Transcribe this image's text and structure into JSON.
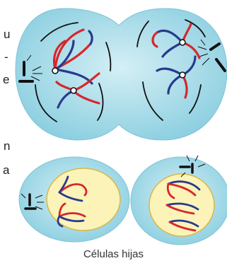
{
  "left_margin_fragments": [
    "u",
    "-",
    "e",
    "n",
    "a"
  ],
  "caption": "Células hijas",
  "colors": {
    "cytoplasm": "#a9dce8",
    "cell_outline": "#7fc3d8",
    "nucleus_fill": "#fbf3b8",
    "nucleus_outline": "#d8b64a",
    "chromosome_red": "#d7262c",
    "chromosome_blue": "#283a8e",
    "spindle": "#111111",
    "centromere": "#ffffff"
  }
}
